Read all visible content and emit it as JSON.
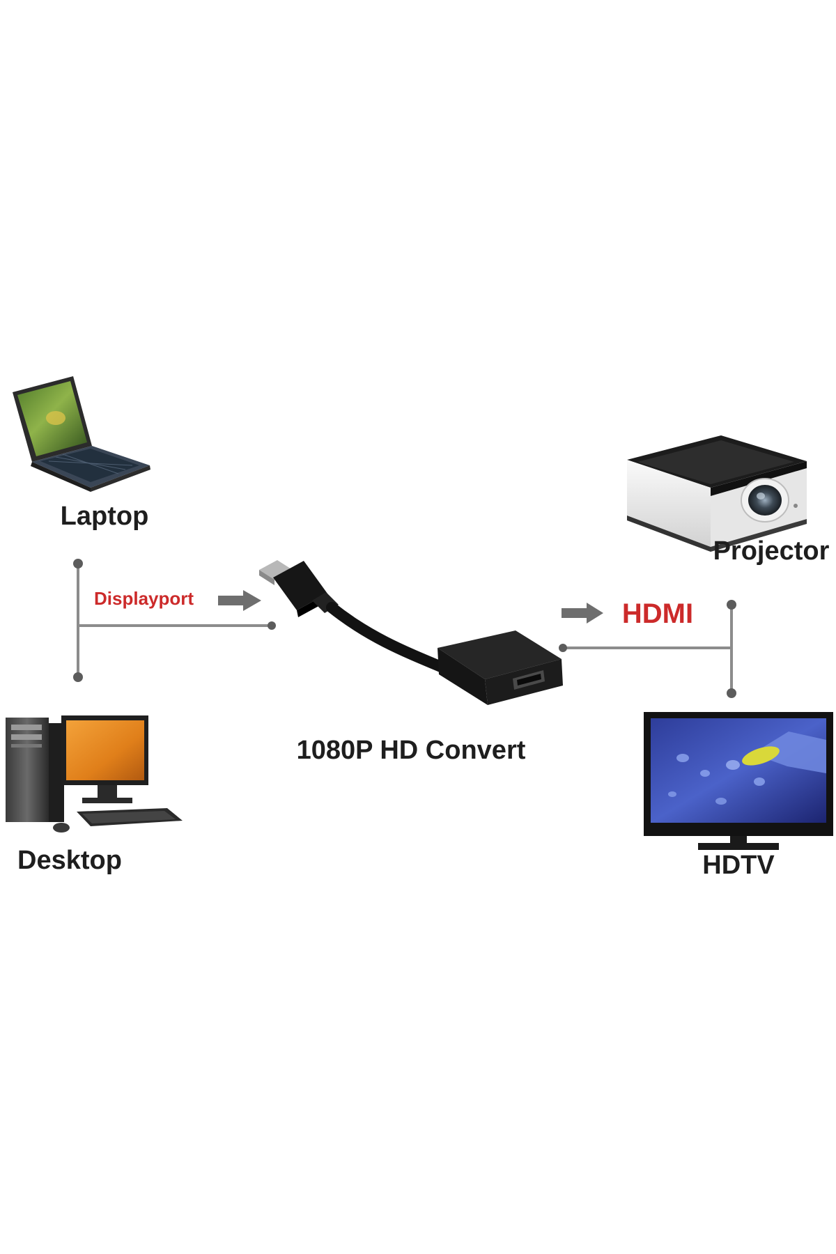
{
  "labels": {
    "laptop": "Laptop",
    "desktop": "Desktop",
    "projector": "Projector",
    "hdtv": "HDTV",
    "converter": "1080P HD Convert",
    "input_signal": "Displayport",
    "output_signal": "HDMI"
  },
  "colors": {
    "background": "#ffffff",
    "text": "#1e1e1e",
    "signal_text": "#cc2a2a",
    "connector_line": "#8c8c8c",
    "arrow": "#6e6e6e",
    "device_dark": "#1a1a1a"
  },
  "icons": {
    "laptop": "laptop-icon",
    "desktop": "desktop-computer-icon",
    "projector": "projector-icon",
    "hdtv": "tv-icon",
    "converter": "displayport-to-hdmi-adapter-icon"
  }
}
